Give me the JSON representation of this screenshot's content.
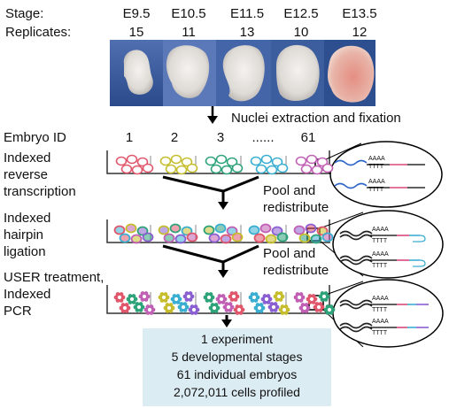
{
  "header": {
    "stage_label": "Stage:",
    "replicates_label": "Replicates:",
    "stages": [
      {
        "name": "E9.5",
        "replicates": "15"
      },
      {
        "name": "E10.5",
        "replicates": "11"
      },
      {
        "name": "E11.5",
        "replicates": "13"
      },
      {
        "name": "E12.5",
        "replicates": "10"
      },
      {
        "name": "E13.5",
        "replicates": "12"
      }
    ]
  },
  "steps": {
    "nuclei": "Nuclei extraction and fixation",
    "embryo_id_label": "Embryo ID",
    "embryo_ids": [
      "1",
      "2",
      "3",
      "......",
      "61"
    ],
    "rt_label": [
      "Indexed",
      "reverse",
      "transcription"
    ],
    "pool1": [
      "Pool and",
      "redistribute"
    ],
    "ligation_label": [
      "Indexed",
      "hairpin",
      "ligation"
    ],
    "pool2": [
      "Pool and",
      "redistribute"
    ],
    "pcr_label": [
      "USER treatment,",
      "Indexed",
      "PCR"
    ],
    "polyA": "AAAA",
    "polyT": "TTTT"
  },
  "summary": [
    "1 experiment",
    "5 developmental stages",
    "61 individual embryos",
    "2,072,011 cells profiled"
  ],
  "colors": {
    "summary_bg": "#dcecf3",
    "wells_rt": [
      "#e0566b",
      "#c6bd2c",
      "#2ea37a",
      "#3aaed1",
      "#c05fb3"
    ],
    "fluor": [
      "#e0566b",
      "#c6bd2c",
      "#2ea37a",
      "#3aaed1",
      "#c05fb3",
      "#8a5fd1"
    ],
    "strand_blue": "#2f66c9",
    "strand_pink": "#d9487d"
  }
}
